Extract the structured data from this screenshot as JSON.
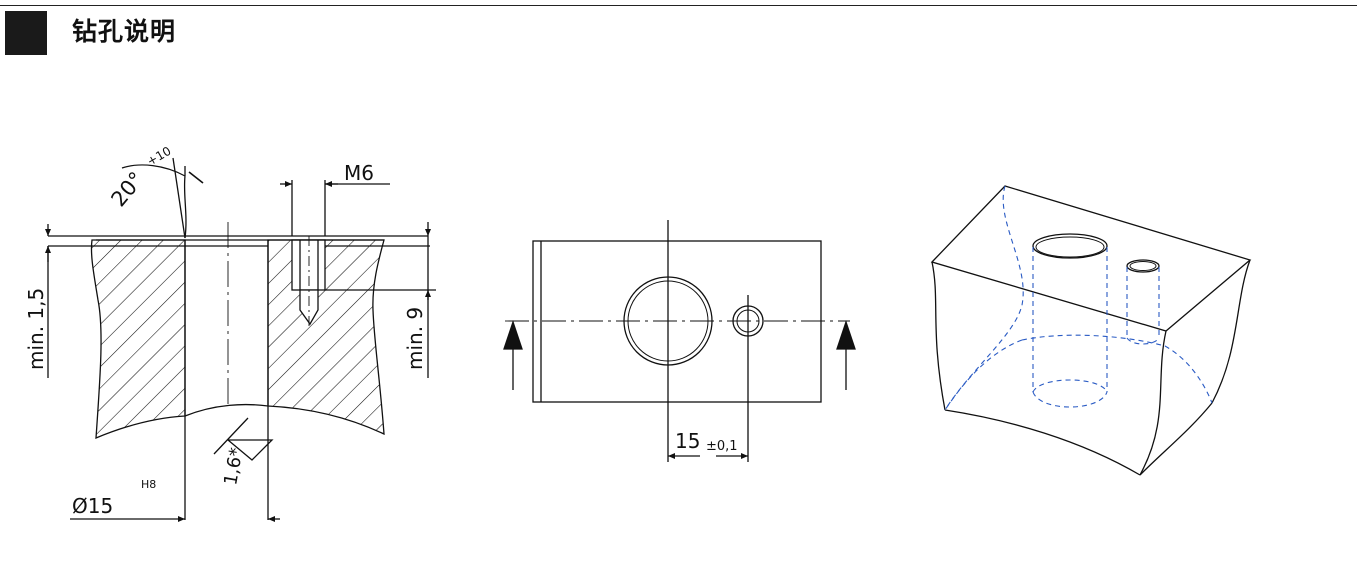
{
  "header": {
    "title": "钻孔说明"
  },
  "section_view": {
    "angle_value": "20°",
    "angle_tolerance": "+10",
    "thread_label": "M6",
    "min_depth_left": "min. 1,5",
    "min_depth_right": "min. 9",
    "diameter_value": "Ø15",
    "diameter_fit": "H8",
    "roughness_value": "1,6*"
  },
  "top_view": {
    "spacing_value": "15",
    "spacing_tolerance": "±0,1"
  },
  "colors": {
    "line": "#111111",
    "hidden_line": "#2a5bc4"
  }
}
